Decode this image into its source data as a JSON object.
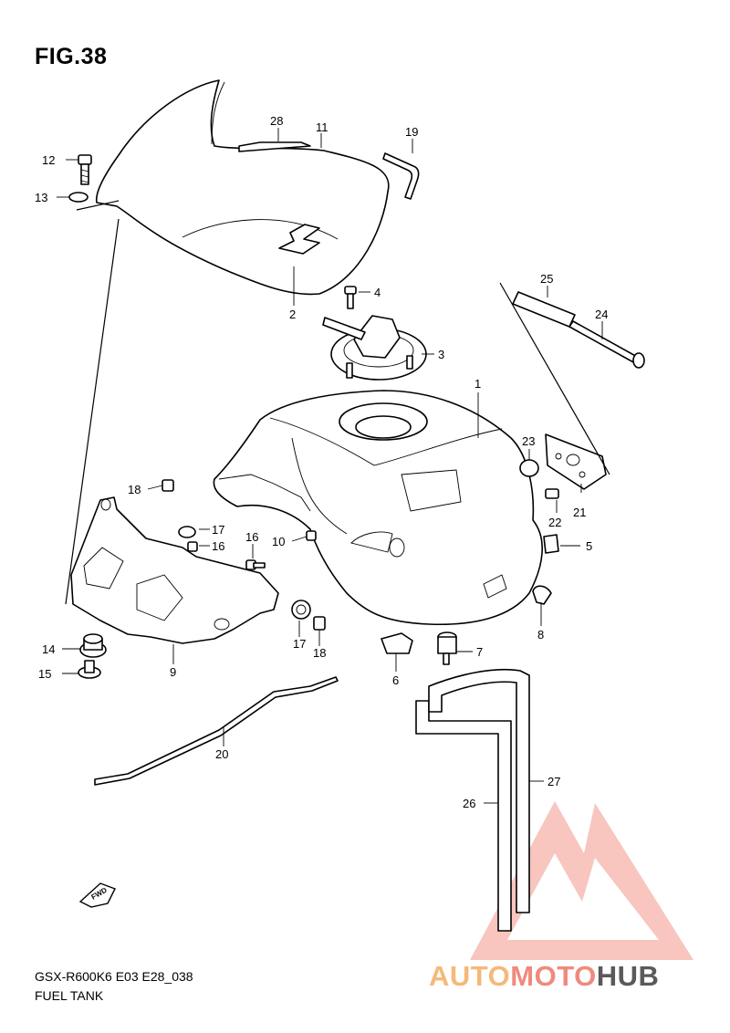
{
  "figure": {
    "title": "FIG.38",
    "model_code": "GSX-R600K6 E03 E28_038",
    "section_name": "FUEL TANK"
  },
  "callouts": {
    "c1": "1",
    "c2": "2",
    "c3": "3",
    "c4": "4",
    "c5": "5",
    "c6": "6",
    "c7": "7",
    "c8": "8",
    "c9": "9",
    "c10": "10",
    "c11": "11",
    "c12": "12",
    "c13": "13",
    "c14": "14",
    "c15": "15",
    "c16a": "16",
    "c16b": "16",
    "c17a": "17",
    "c17b": "17",
    "c18a": "18",
    "c18b": "18",
    "c19": "19",
    "c20": "20",
    "c21": "21",
    "c22": "22",
    "c23": "23",
    "c24": "24",
    "c25": "25",
    "c26": "26",
    "c27": "27",
    "c28": "28"
  },
  "direction_marker": "FWD",
  "watermark": {
    "part1": "AUTO",
    "part2": "MOTO",
    "part3": "HUB",
    "colors": {
      "auto": "#f5b97a",
      "moto": "#f08a7d",
      "hub": "#5a5a5a",
      "triangle": "#f4a29a"
    }
  }
}
